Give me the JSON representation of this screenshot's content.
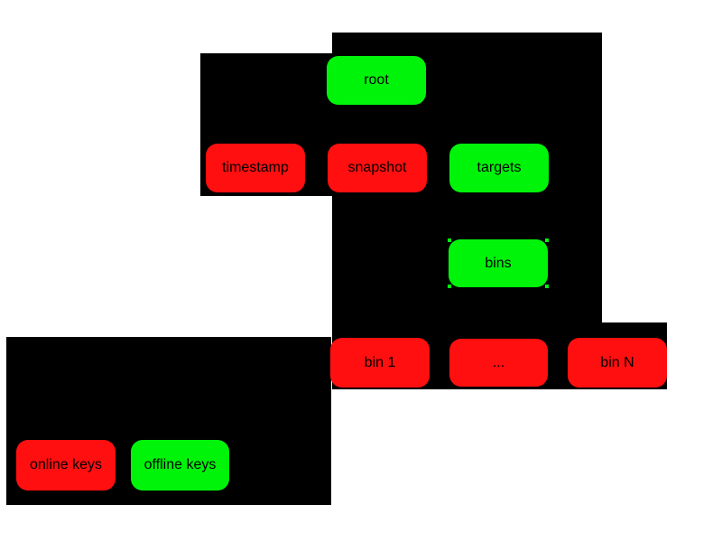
{
  "colors": {
    "background": "#ffffff",
    "panel": "#000000",
    "online_key_fill": "#ff0f0f",
    "offline_key_fill": "#00f40a",
    "text": "#000000"
  },
  "legend_meaning": {
    "red": "online keys",
    "green": "offline keys"
  },
  "nodes": {
    "root": {
      "label": "root",
      "key_type": "offline"
    },
    "timestamp": {
      "label": "timestamp",
      "key_type": "online"
    },
    "snapshot": {
      "label": "snapshot",
      "key_type": "online"
    },
    "targets": {
      "label": "targets",
      "key_type": "offline"
    },
    "bins": {
      "label": "bins",
      "key_type": "offline"
    },
    "bin1": {
      "label": "bin 1",
      "key_type": "online"
    },
    "bin_ellipsis": {
      "label": "...",
      "key_type": "online"
    },
    "binN": {
      "label": "bin N",
      "key_type": "online"
    },
    "online_keys": {
      "label": "online keys",
      "key_type": "online"
    },
    "offline_keys": {
      "label": "offline keys",
      "key_type": "offline"
    }
  }
}
